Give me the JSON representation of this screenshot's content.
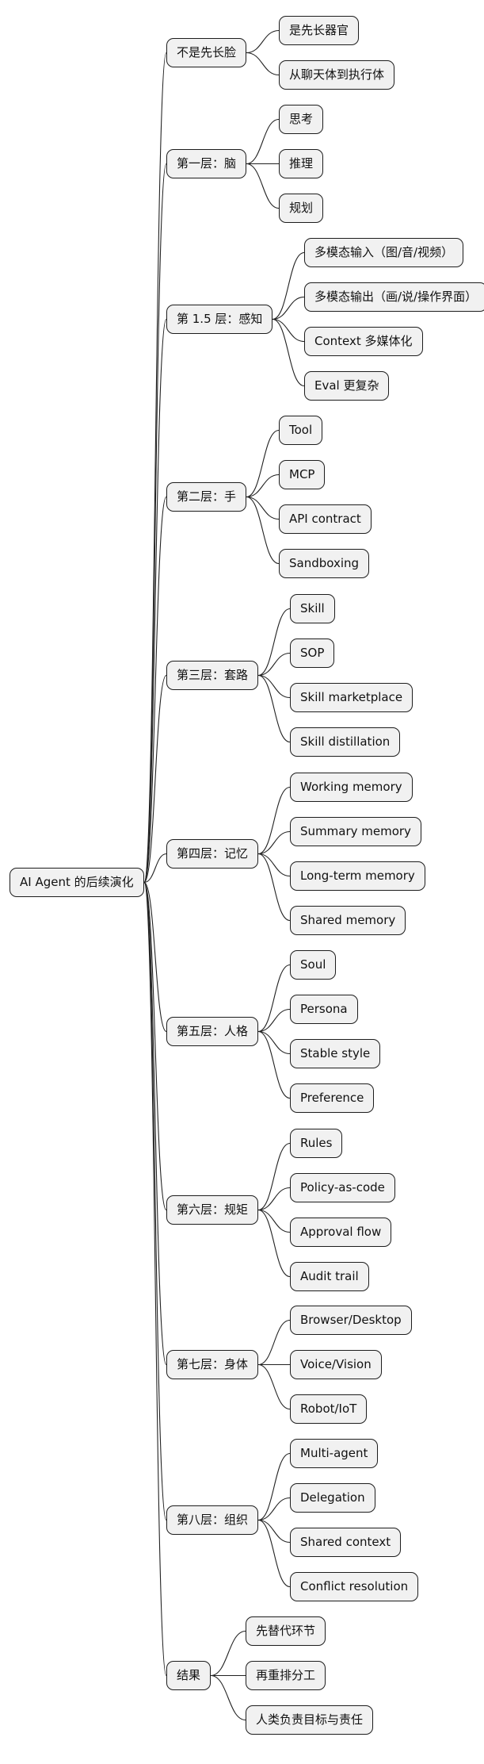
{
  "root": "AI Agent 的后续演化",
  "branches": [
    {
      "label": "不是先长脸",
      "children": [
        "是先长器官",
        "从聊天体到执行体"
      ]
    },
    {
      "label": "第一层：脑",
      "children": [
        "思考",
        "推理",
        "规划"
      ]
    },
    {
      "label": "第 1.5 层：感知",
      "children": [
        "多模态输入（图/音/视频）",
        "多模态输出（画/说/操作界面）",
        "Context 多媒体化",
        "Eval 更复杂"
      ]
    },
    {
      "label": "第二层：手",
      "children": [
        "Tool",
        "MCP",
        "API contract",
        "Sandboxing"
      ]
    },
    {
      "label": "第三层：套路",
      "children": [
        "Skill",
        "SOP",
        "Skill marketplace",
        "Skill distillation"
      ]
    },
    {
      "label": "第四层：记忆",
      "children": [
        "Working memory",
        "Summary memory",
        "Long-term memory",
        "Shared memory"
      ]
    },
    {
      "label": "第五层：人格",
      "children": [
        "Soul",
        "Persona",
        "Stable style",
        "Preference"
      ]
    },
    {
      "label": "第六层：规矩",
      "children": [
        "Rules",
        "Policy-as-code",
        "Approval flow",
        "Audit trail"
      ]
    },
    {
      "label": "第七层：身体",
      "children": [
        "Browser/Desktop",
        "Voice/Vision",
        "Robot/IoT"
      ]
    },
    {
      "label": "第八层：组织",
      "children": [
        "Multi-agent",
        "Delegation",
        "Shared context",
        "Conflict resolution"
      ]
    },
    {
      "label": "结果",
      "children": [
        "先替代环节",
        "再重排分工",
        "人类负责目标与责任"
      ]
    }
  ]
}
